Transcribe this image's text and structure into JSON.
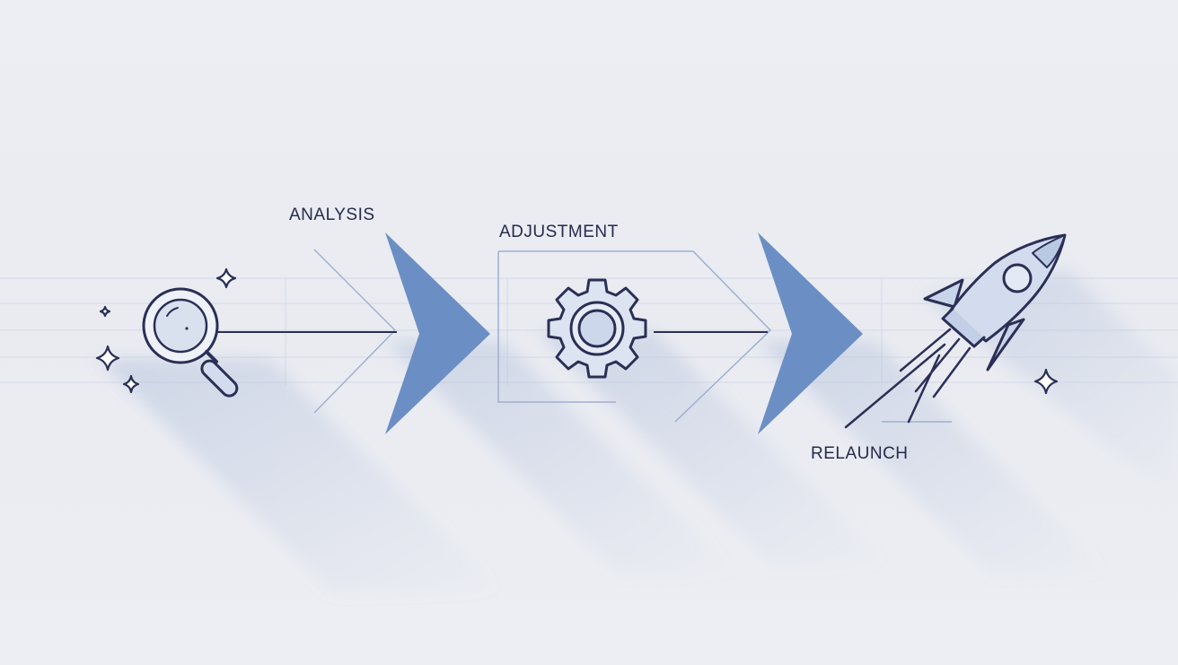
{
  "colors": {
    "background": "#eceef3",
    "arrow_fill": "#6b8fc4",
    "icon_stroke": "#2b2f55",
    "icon_fill": "#d6deee",
    "label_text": "#262a4d",
    "guide_lines": "#9fb0d0"
  },
  "steps": [
    {
      "label": "ANALYSIS",
      "icon": "magnifying-glass-icon"
    },
    {
      "label": "ADJUSTMENT",
      "icon": "gear-icon"
    },
    {
      "label": "RELAUNCH",
      "icon": "rocket-icon"
    }
  ],
  "connectors": [
    {
      "icon": "chevron-arrow-right"
    },
    {
      "icon": "chevron-arrow-right"
    }
  ],
  "decorations": {
    "icon": "sparkle-icon"
  }
}
